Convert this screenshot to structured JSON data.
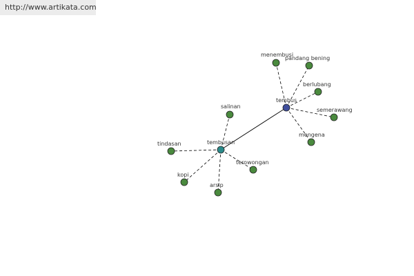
{
  "header": {
    "url": "http://www.artikata.com"
  },
  "graph": {
    "colors": {
      "leaf": "#4a8a3e",
      "hub_tembus": "#3f4e9c",
      "hub_tembusan": "#2a8a8a",
      "edge": "#000000",
      "outline": "#222222"
    },
    "nodes": [
      {
        "id": "tembus",
        "label": "tembus",
        "kind": "hub"
      },
      {
        "id": "tembusan",
        "label": "tembusan",
        "kind": "hub"
      },
      {
        "id": "menembusi",
        "label": "menembusi",
        "kind": "leaf"
      },
      {
        "id": "pandang-bening",
        "label": "pandang bening",
        "kind": "leaf"
      },
      {
        "id": "berlubang",
        "label": "berlubang",
        "kind": "leaf"
      },
      {
        "id": "semerawang",
        "label": "semerawang",
        "kind": "leaf"
      },
      {
        "id": "mengena",
        "label": "mengena",
        "kind": "leaf"
      },
      {
        "id": "salinan",
        "label": "salinan",
        "kind": "leaf"
      },
      {
        "id": "tindasan",
        "label": "tindasan",
        "kind": "leaf"
      },
      {
        "id": "kopi",
        "label": "kopi",
        "kind": "leaf"
      },
      {
        "id": "arsip",
        "label": "arsip",
        "kind": "leaf"
      },
      {
        "id": "terowongan",
        "label": "terowongan",
        "kind": "leaf"
      }
    ],
    "edges": [
      {
        "from": "tembus",
        "to": "tembusan",
        "style": "solid"
      },
      {
        "from": "tembus",
        "to": "menembusi",
        "style": "dashed"
      },
      {
        "from": "tembus",
        "to": "pandang-bening",
        "style": "dashed"
      },
      {
        "from": "tembus",
        "to": "berlubang",
        "style": "dashed"
      },
      {
        "from": "tembus",
        "to": "semerawang",
        "style": "dashed"
      },
      {
        "from": "tembus",
        "to": "mengena",
        "style": "dashed"
      },
      {
        "from": "tembusan",
        "to": "salinan",
        "style": "dashed"
      },
      {
        "from": "tembusan",
        "to": "tindasan",
        "style": "dashed"
      },
      {
        "from": "tembusan",
        "to": "kopi",
        "style": "dashed"
      },
      {
        "from": "tembusan",
        "to": "arsip",
        "style": "dashed"
      },
      {
        "from": "tembusan",
        "to": "terowongan",
        "style": "dashed"
      }
    ]
  }
}
